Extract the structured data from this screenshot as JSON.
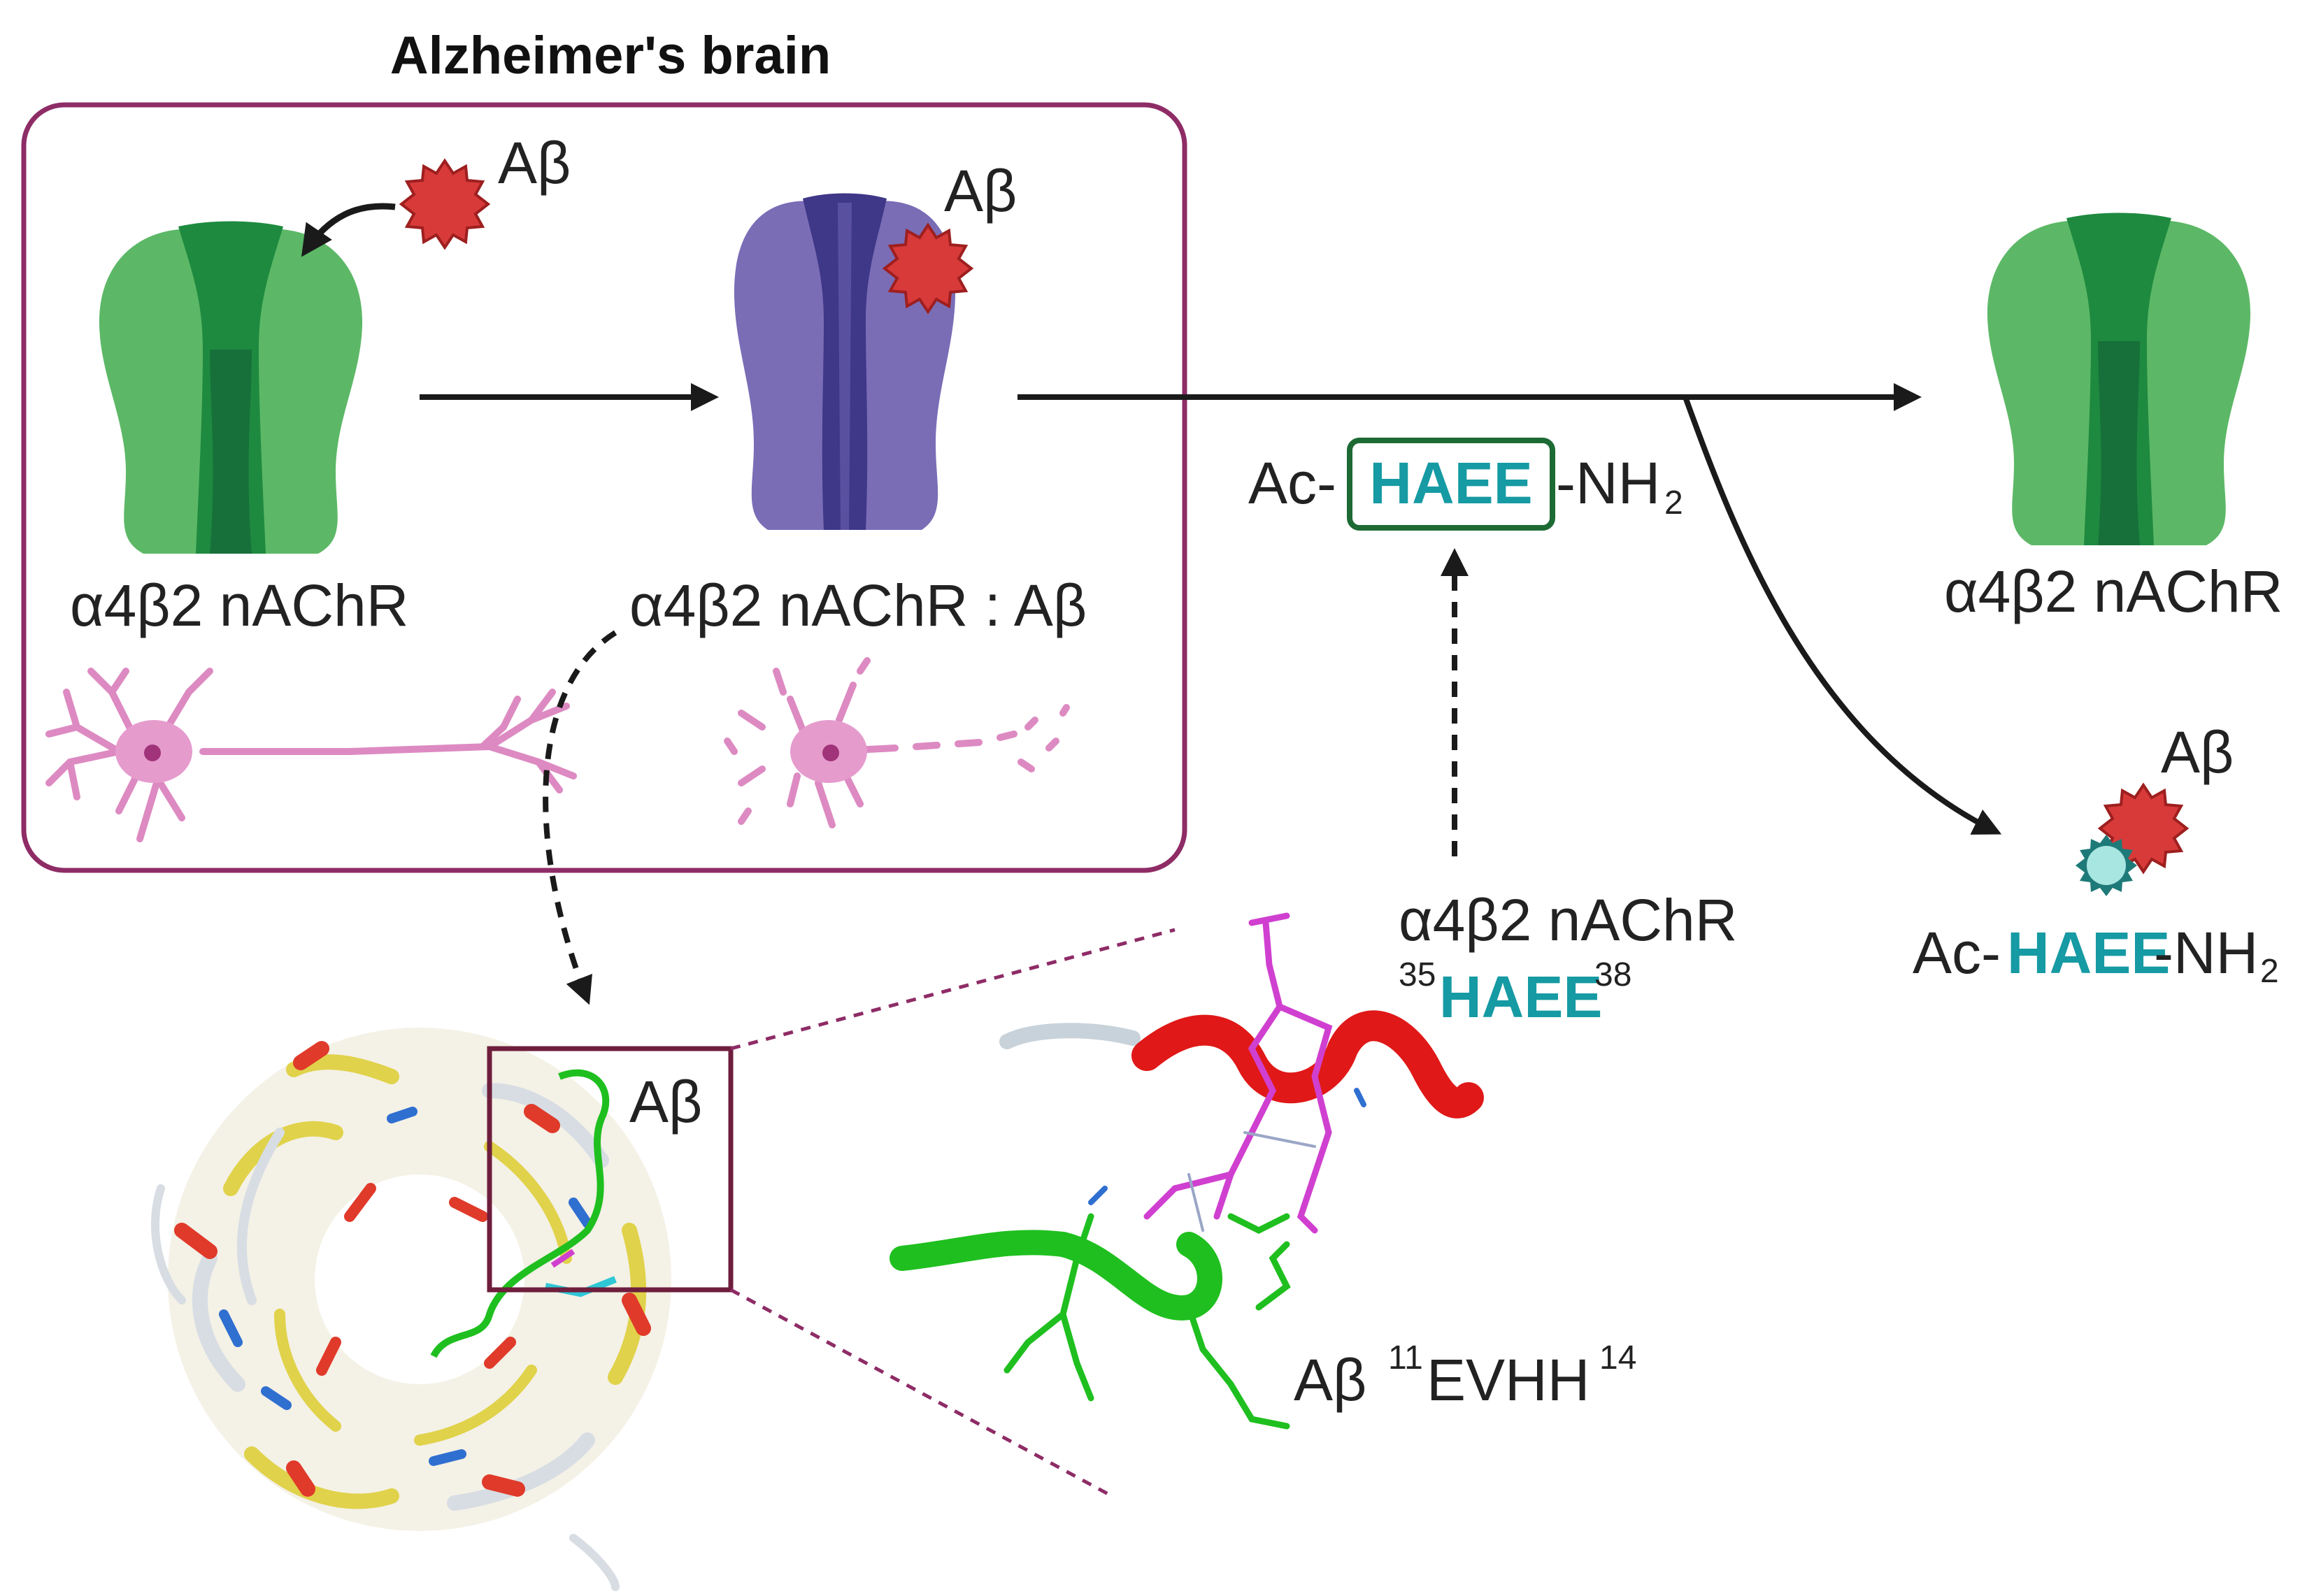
{
  "title": "Alzheimer's brain",
  "labels": {
    "abeta": "Aβ",
    "receptor": "α4β2 nAChR",
    "complex": "α4β2 nAChR : Aβ",
    "peptide_prefix": "Ac-",
    "peptide_core": "HAEE",
    "peptide_suffix_main": "-NH",
    "peptide_suffix_sub": "2",
    "site_receptor": "α4β2 nAChR",
    "site_sup_left": "35",
    "site_core": "HAEE",
    "site_sup_right": "38",
    "abeta_site_prefix": "Aβ ",
    "abeta_site_sup_left": "11",
    "abeta_site_core": "EVHH",
    "abeta_site_sup_right": "14"
  },
  "colors": {
    "brain_frame": "#8e2c66",
    "receptor_green_light": "#5cb866",
    "receptor_green_dark": "#1e8a40",
    "receptor_purple_light": "#7a6db6",
    "receptor_purple_dark": "#3f3788",
    "abeta_red": "#d83a3a",
    "peptide_teal": "#169aa3",
    "peptide_box": "#1e6a34",
    "neuron_pink": "#dd8ac2",
    "helix_red": "#e01818",
    "abeta_chain_green": "#1fbf1f"
  },
  "icons": [
    "amyloid-beta-oligomer-icon",
    "receptor-icon",
    "neuron-icon",
    "protein-structure-icon"
  ]
}
